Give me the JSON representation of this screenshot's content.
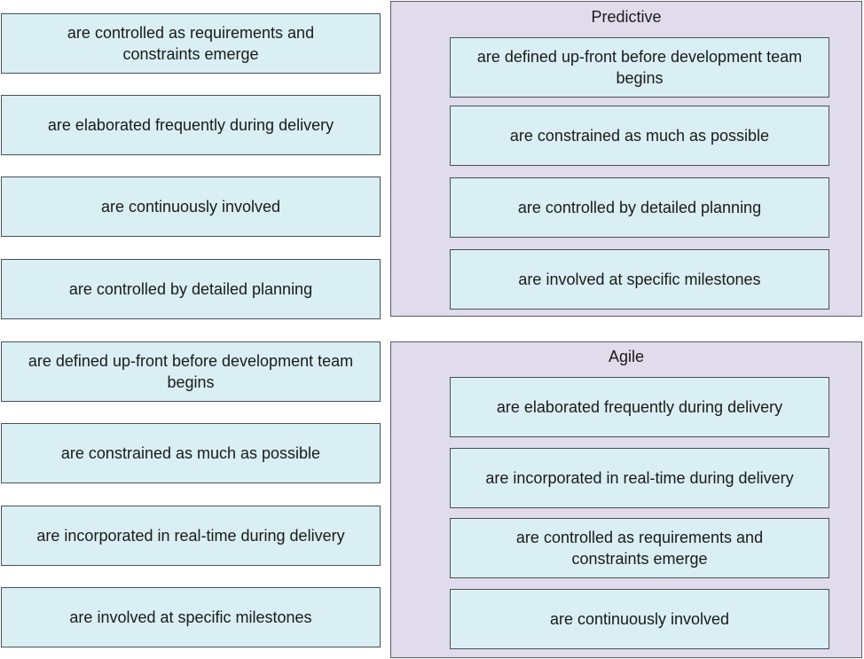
{
  "source_options": {
    "group_1": [
      "are controlled as requirements and constraints emerge",
      "are elaborated frequently during delivery",
      "are continuously involved",
      "are controlled by detailed planning"
    ],
    "group_2": [
      "are defined up-front before development team begins",
      "are constrained as much as possible",
      "are incorporated in real-time during delivery",
      "are involved at specific milestones"
    ]
  },
  "predictive": {
    "title": "Predictive",
    "items": [
      "are defined up-front before development team begins",
      "are constrained as much as possible",
      "are controlled by detailed planning",
      "are involved at specific milestones"
    ]
  },
  "agile": {
    "title": "Agile",
    "items": [
      "are elaborated frequently during delivery",
      "are incorporated in real-time during delivery",
      "are controlled as requirements and constraints emerge",
      "are continuously involved"
    ]
  },
  "colors": {
    "tile_fill": "#d9eff4",
    "zone_fill": "#e0dcec",
    "border": "#4a5056"
  }
}
